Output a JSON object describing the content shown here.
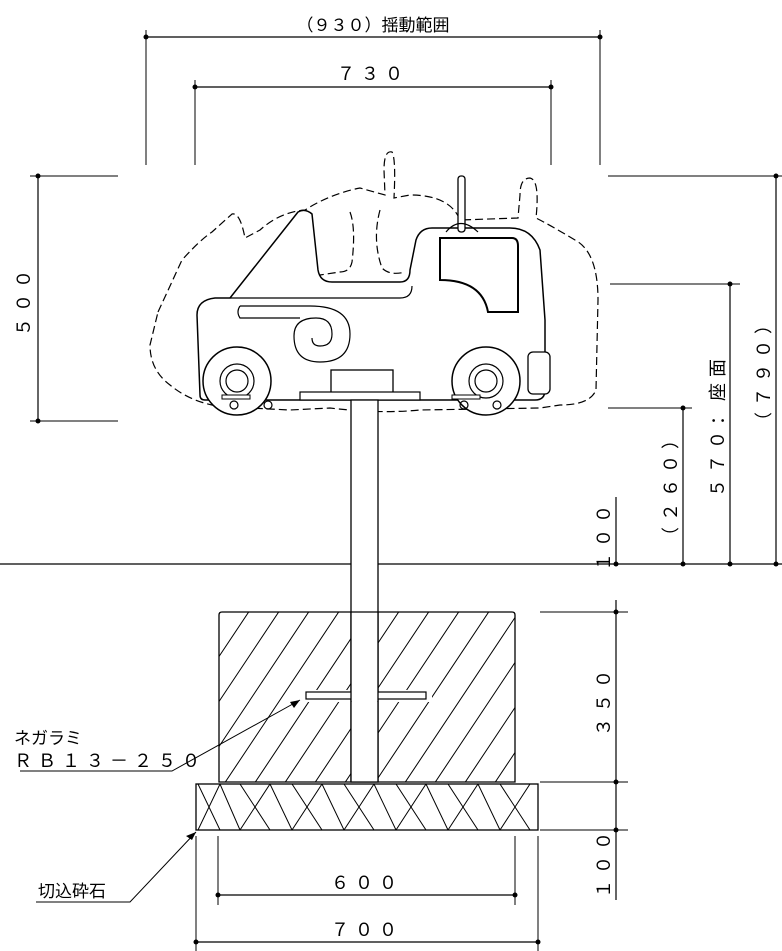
{
  "dimensions": {
    "swing_range": "（９３０）揺動範囲",
    "width_top": "７３０",
    "height_body": "５００",
    "seat_height": "５７０：座面",
    "total_height": "（７９０）",
    "clearance": "（２６０）",
    "embed_top": "１００",
    "foundation": "３５０",
    "gravel_depth": "１００",
    "foundation_width": "６００",
    "base_width": "７００"
  },
  "labels": {
    "anchor_name": "ネガラミ",
    "anchor_spec": "ＲＢ１３－２５０",
    "gravel": "切込砕石"
  }
}
